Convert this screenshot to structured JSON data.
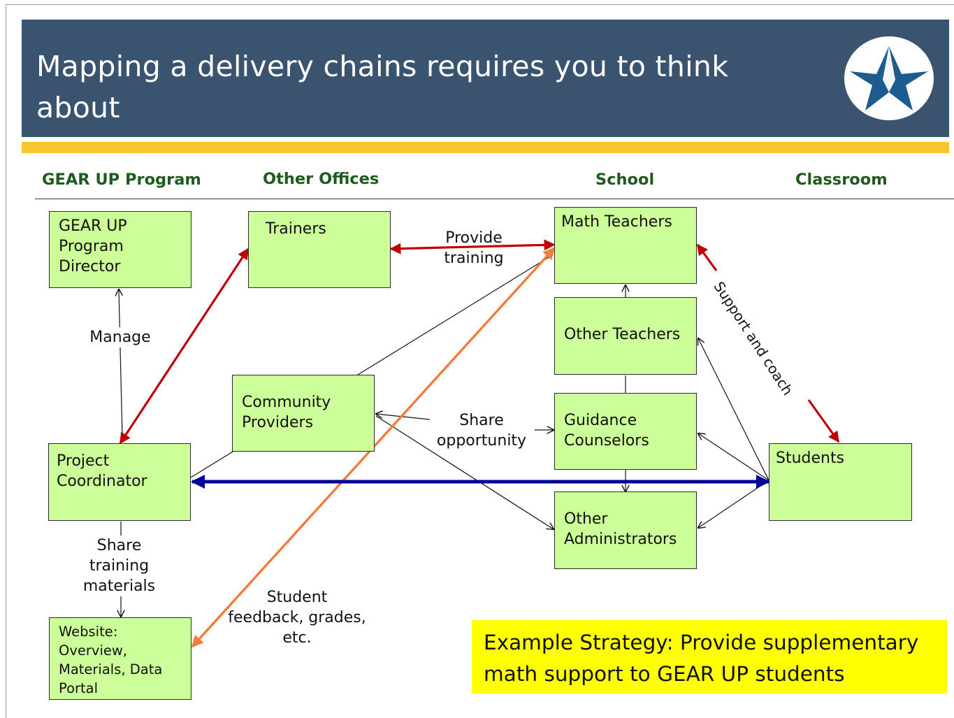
{
  "title": "Mapping a delivery chains requires you to think about\nthe people and offices involved and their roles",
  "colors": {
    "title_bar": "#3a536f",
    "gold_bar": "#f8c52c",
    "box_fill": "#ccff99",
    "header_green": "#1f5a1f",
    "red_arrow": "#c00000",
    "orange_arrow": "#f47b3b",
    "blue_arrow": "#000099",
    "strategy_fill": "#ffff00",
    "logo_star": "#1d5c8e"
  },
  "logo": {
    "icon": "star-icon"
  },
  "columns": {
    "program": "GEAR UP Program",
    "offices": "Other Offices",
    "school": "School",
    "classroom": "Classroom"
  },
  "nodes": {
    "director": "GEAR UP\nProgram\nDirector",
    "trainers": "Trainers",
    "math_teachers": "Math Teachers",
    "other_teachers": "Other Teachers",
    "community_providers": "Community\nProviders",
    "guidance_counselors": "Guidance\nCounselors",
    "project_coordinator": "Project\nCoordinator",
    "students": "Students",
    "other_administrators": "Other\nAdministrators",
    "website": "Website:\nOverview,\nMaterials, Data\nPortal"
  },
  "edge_labels": {
    "manage": "Manage",
    "provide_training": "Provide\ntraining",
    "support_and_coach": "Support and coach",
    "share_opportunity": "Share\nopportunity",
    "share_training_materials": "Share\ntraining\nmaterials",
    "student_feedback": "Student\nfeedback, grades,\netc."
  },
  "strategy": "Example Strategy: Provide supplementary\nmath support to GEAR UP students"
}
